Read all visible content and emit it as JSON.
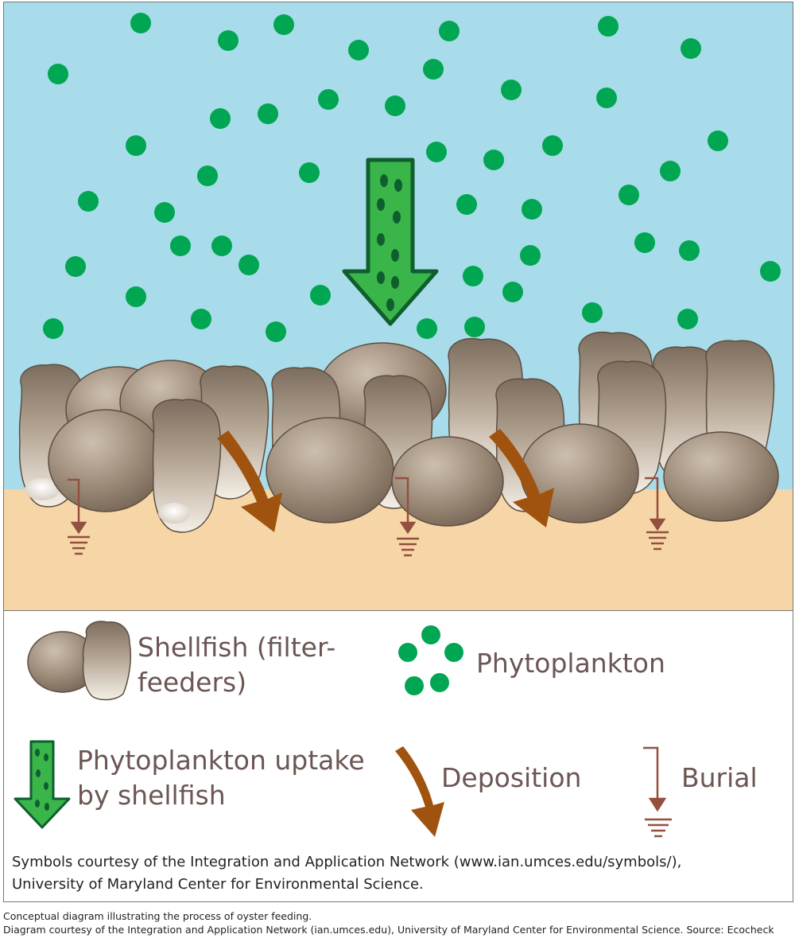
{
  "colors": {
    "water": "#a8dcea",
    "sediment": "#f6d6a6",
    "phytoplankton": "#00a651",
    "uptake_arrow_fill": "#39b54a",
    "uptake_arrow_stroke": "#0f5f2e",
    "deposition_arrow": "#a0520f",
    "burial_arrow": "#93503f",
    "legend_text": "#6b5652"
  },
  "icons": {
    "shellfish": "oyster-shell-icon",
    "phytoplankton": "phytoplankton-dot-icon",
    "uptake": "green-down-arrow-icon",
    "deposition": "curved-brown-arrow-icon",
    "burial": "burial-arrow-icon"
  },
  "legend": {
    "shellfish_label": "Shellfish (filter-\nfeeders)",
    "phytoplankton_label": "Phytoplankton",
    "uptake_label": "Phytoplankton uptake\nby shellfish",
    "deposition_label": "Deposition",
    "burial_label": "Burial",
    "credit": "Symbols courtesy of the Integration and Application Network (www.ian.umces.edu/symbols/),\nUniversity of Maryland Center for Environmental Science."
  },
  "caption": {
    "line1": "Conceptual diagram illustrating the process of oyster feeding.",
    "line2": "Diagram courtesy of the Integration and Application Network (ian.umces.edu), University of Maryland Center for Environmental Science. Source: Ecocheck"
  }
}
